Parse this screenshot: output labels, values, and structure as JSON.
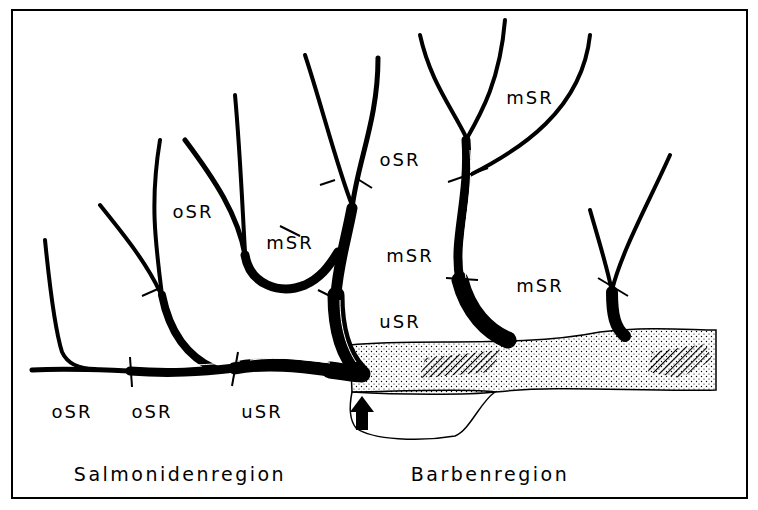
{
  "diagram": {
    "labels": [
      "oSR",
      "oSR",
      "mSR",
      "mSR",
      "oSR",
      "uSR",
      "mSR",
      "oSR",
      "mSR",
      "uSR",
      "Salmonidenregion",
      "Barbenregion"
    ]
  }
}
